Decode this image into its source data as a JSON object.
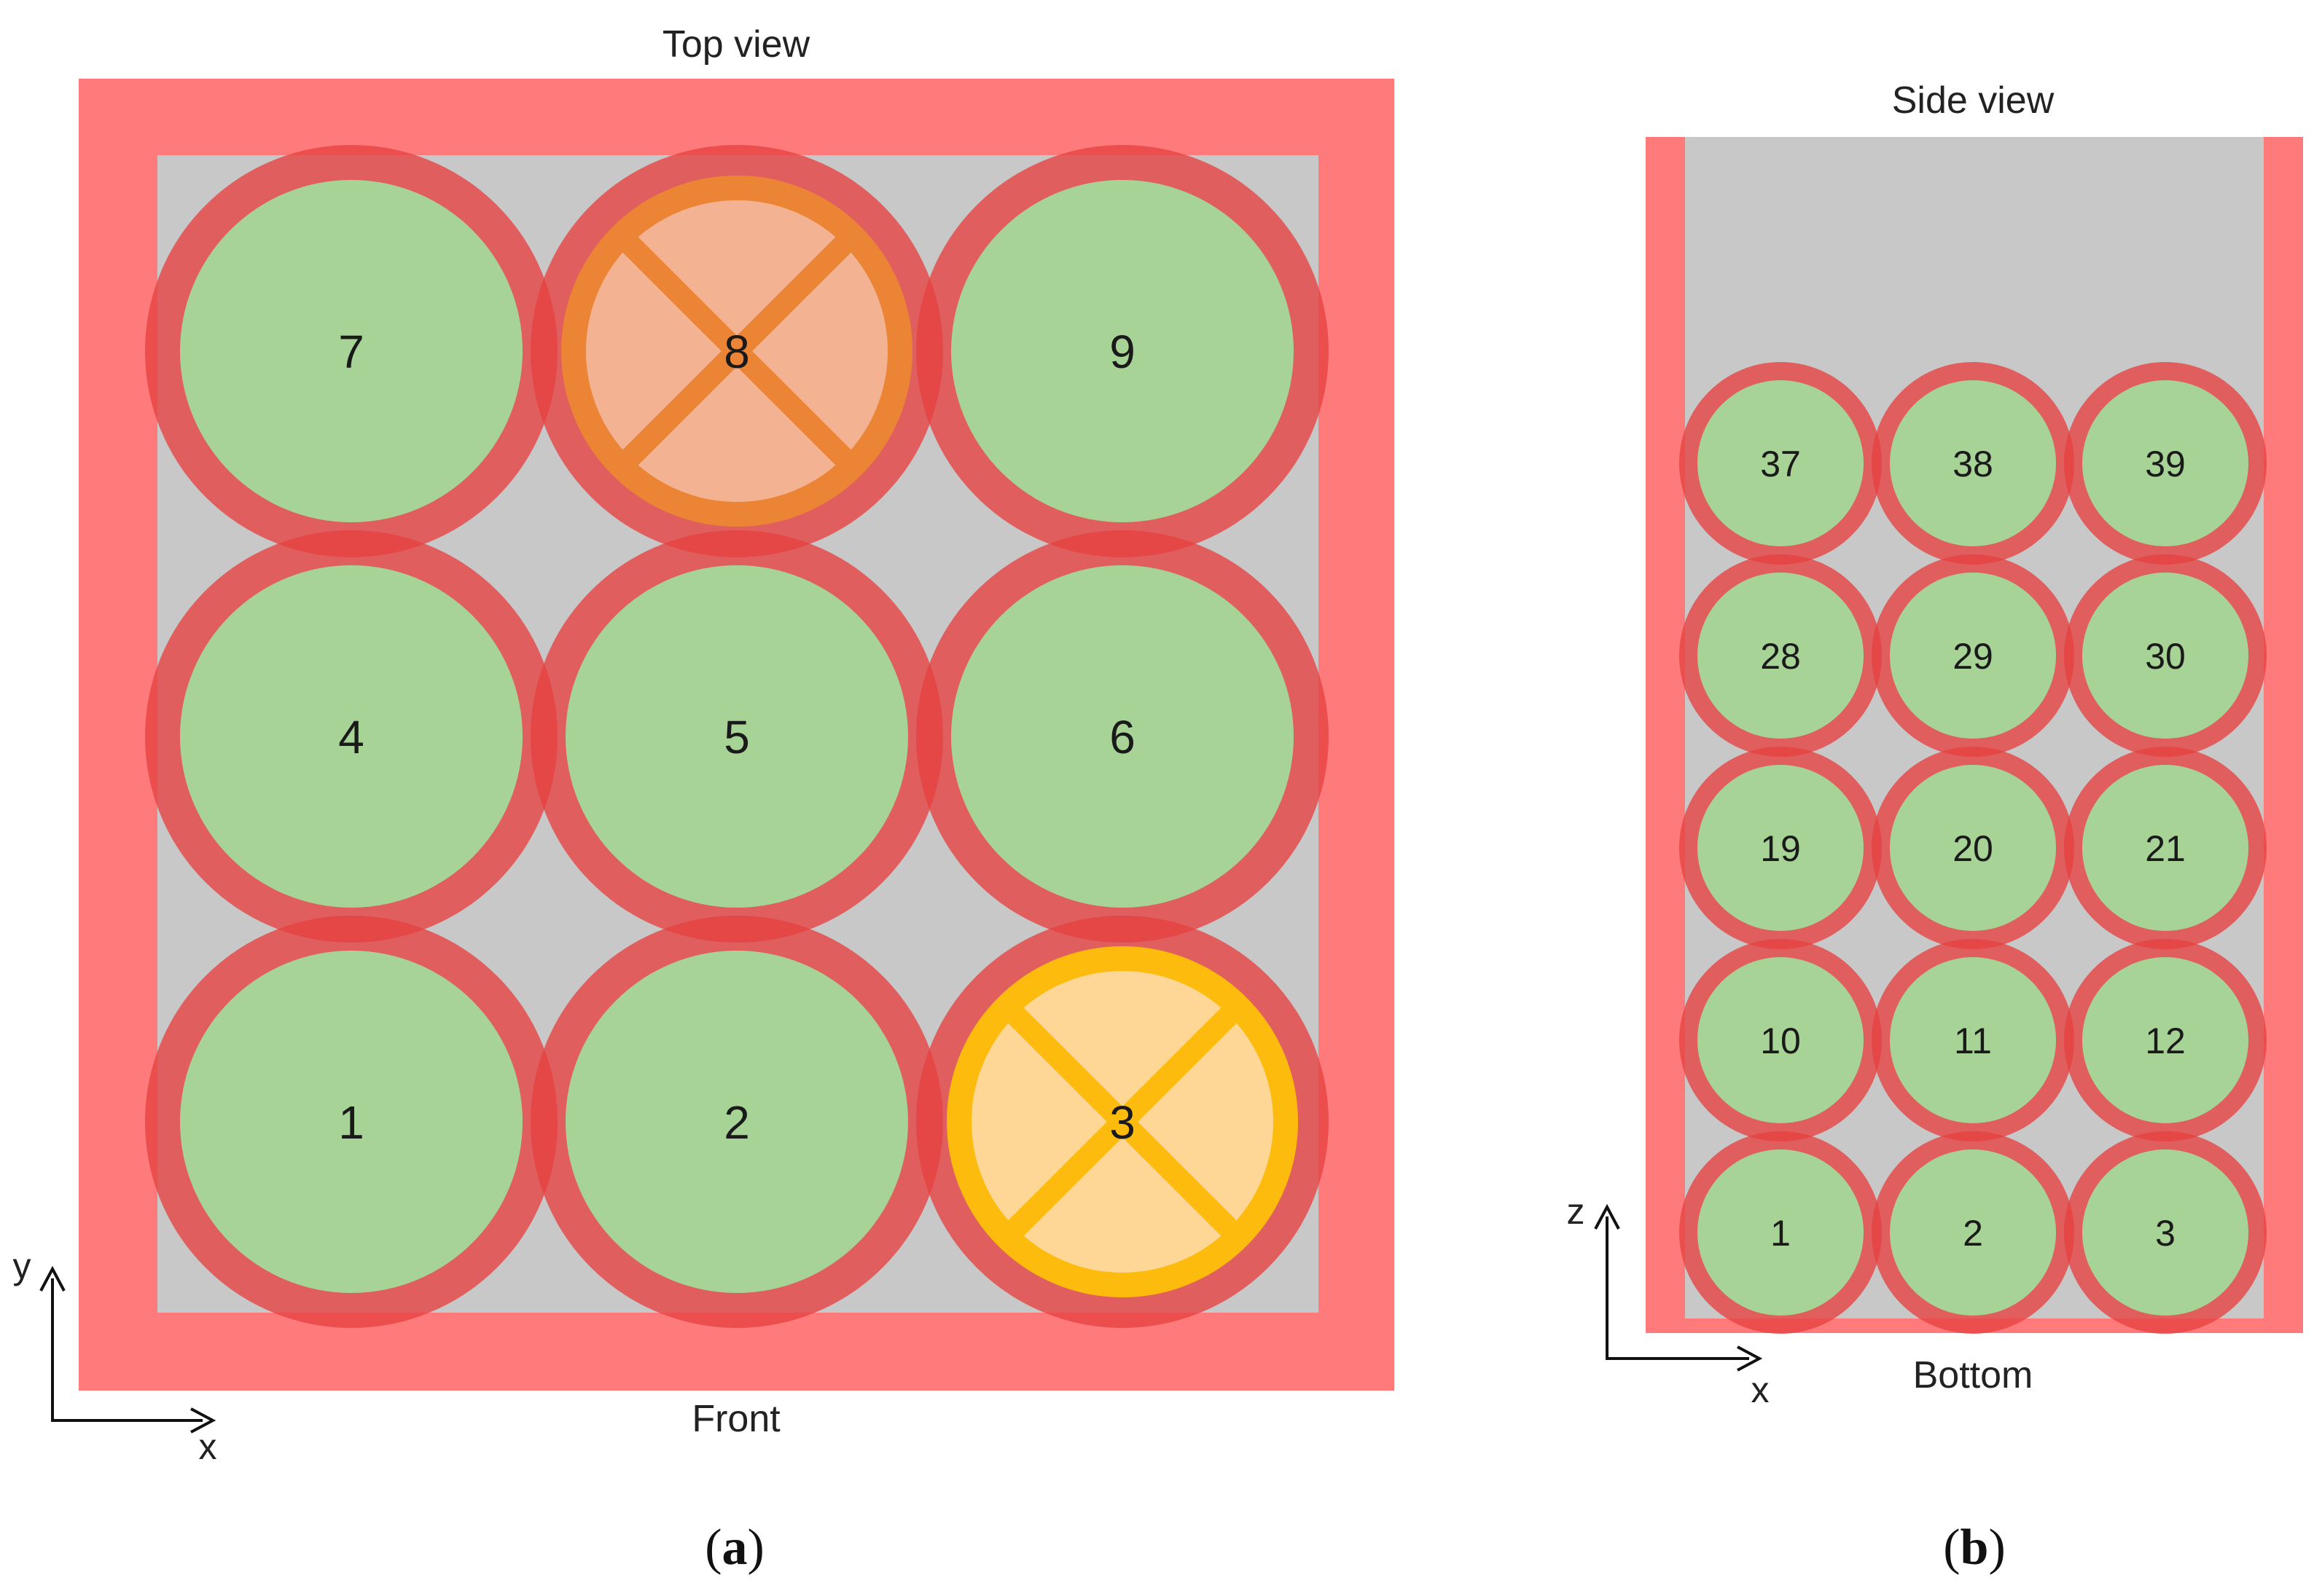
{
  "colors": {
    "frame": "#ff7b7b",
    "interior": "#c8c8c8",
    "ring": "rgba(231,64,64,0.78)",
    "cell_fill": "#a7d396",
    "cell_fill_light": "#b3d9a2",
    "failed_orange_ring": "#ec8436",
    "failed_orange_fill": "#f3b392",
    "failed_yellow_ring": "#fdbb0d",
    "failed_yellow_fill": "#fed796",
    "axis": "#111111"
  },
  "top_view": {
    "title": "Top view",
    "front_label": "Front",
    "axis_y": "y",
    "axis_x": "x",
    "cells": [
      {
        "label": "7",
        "state": "ok"
      },
      {
        "label": "8",
        "state": "failed-orange"
      },
      {
        "label": "9",
        "state": "ok"
      },
      {
        "label": "4",
        "state": "ok"
      },
      {
        "label": "5",
        "state": "ok"
      },
      {
        "label": "6",
        "state": "ok"
      },
      {
        "label": "1",
        "state": "ok"
      },
      {
        "label": "2",
        "state": "ok"
      },
      {
        "label": "3",
        "state": "failed-yellow"
      }
    ],
    "caption": {
      "open": "(",
      "letter": "a",
      "close": ")"
    }
  },
  "side_view": {
    "title": "Side view",
    "bottom_label": "Bottom",
    "axis_z": "z",
    "axis_x": "x",
    "cells": [
      {
        "label": "37"
      },
      {
        "label": "38"
      },
      {
        "label": "39"
      },
      {
        "label": "28"
      },
      {
        "label": "29"
      },
      {
        "label": "30"
      },
      {
        "label": "19"
      },
      {
        "label": "20"
      },
      {
        "label": "21"
      },
      {
        "label": "10"
      },
      {
        "label": "11"
      },
      {
        "label": "12"
      },
      {
        "label": "1"
      },
      {
        "label": "2"
      },
      {
        "label": "3"
      }
    ],
    "caption": {
      "open": "(",
      "letter": "b",
      "close": ")"
    }
  }
}
